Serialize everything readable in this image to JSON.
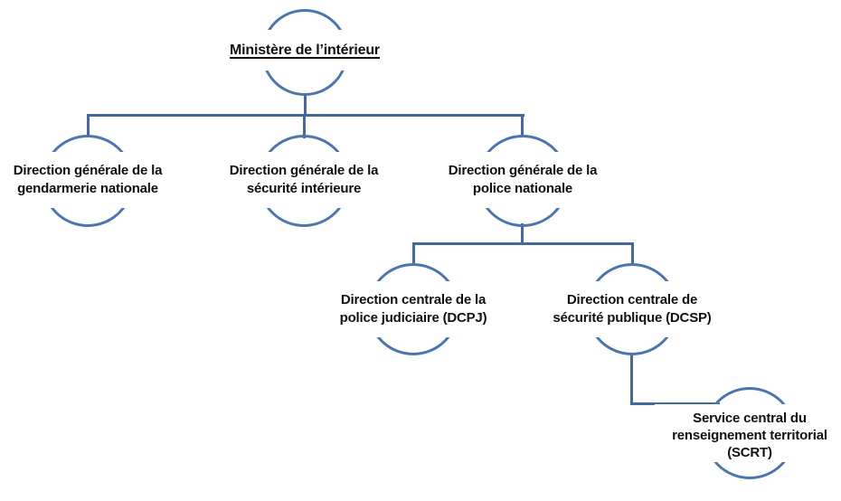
{
  "colors": {
    "connector_line": "#44699e",
    "circle_stroke": "#4a76ad",
    "text": "#111111",
    "background": "#ffffff"
  },
  "org_chart": {
    "nodes": {
      "ministere": {
        "lines": [
          "Ministère de l’intérieur"
        ],
        "underlined": true,
        "level": 1,
        "parent": null
      },
      "dggn": {
        "lines": [
          "Direction générale de la",
          "gendarmerie nationale"
        ],
        "level": 2,
        "parent": "ministere"
      },
      "dgsi": {
        "lines": [
          "Direction générale de la",
          "sécurité intérieure"
        ],
        "level": 2,
        "parent": "ministere"
      },
      "dgpn": {
        "lines": [
          "Direction générale de la",
          "police nationale"
        ],
        "level": 2,
        "parent": "ministere"
      },
      "dcpj": {
        "lines": [
          "Direction centrale de la",
          "police judiciaire (DCPJ)"
        ],
        "level": 3,
        "parent": "dgpn"
      },
      "dcsp": {
        "lines": [
          "Direction centrale de",
          "sécurité publique (DCSP)"
        ],
        "level": 3,
        "parent": "dgpn"
      },
      "scrt": {
        "lines": [
          "Service central du",
          "renseignement territorial",
          "(SCRT)"
        ],
        "level": 4,
        "parent": "dcsp"
      }
    }
  }
}
